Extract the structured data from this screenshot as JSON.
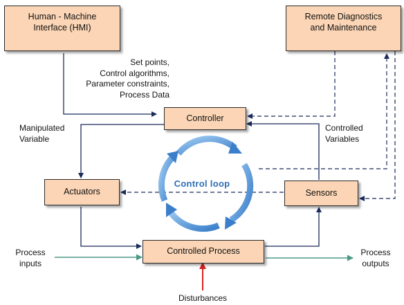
{
  "boxes": {
    "hmi": "Human - Machine\nInterface (HMI)",
    "remote": "Remote Diagnostics\nand Maintenance",
    "controller": "Controller",
    "actuators": "Actuators",
    "sensors": "Sensors",
    "process": "Controlled Process"
  },
  "labels": {
    "hmi_data": "Set points,\nControl algorithms,\nParameter constraints,\nProcess Data",
    "manipulated": "Manipulated\nVariable",
    "controlled": "Controlled\nVariables",
    "process_inputs": "Process\ninputs",
    "process_outputs": "Process\noutputs",
    "disturbances": "Disturbances",
    "loop": "Control loop"
  },
  "colors": {
    "box_fill": "#fbd5b5",
    "flow_line": "#1a2a5a",
    "io_arrow": "#4b9a86",
    "disturbance": "#d62020",
    "loop_arrow": "#4a8fd6"
  }
}
